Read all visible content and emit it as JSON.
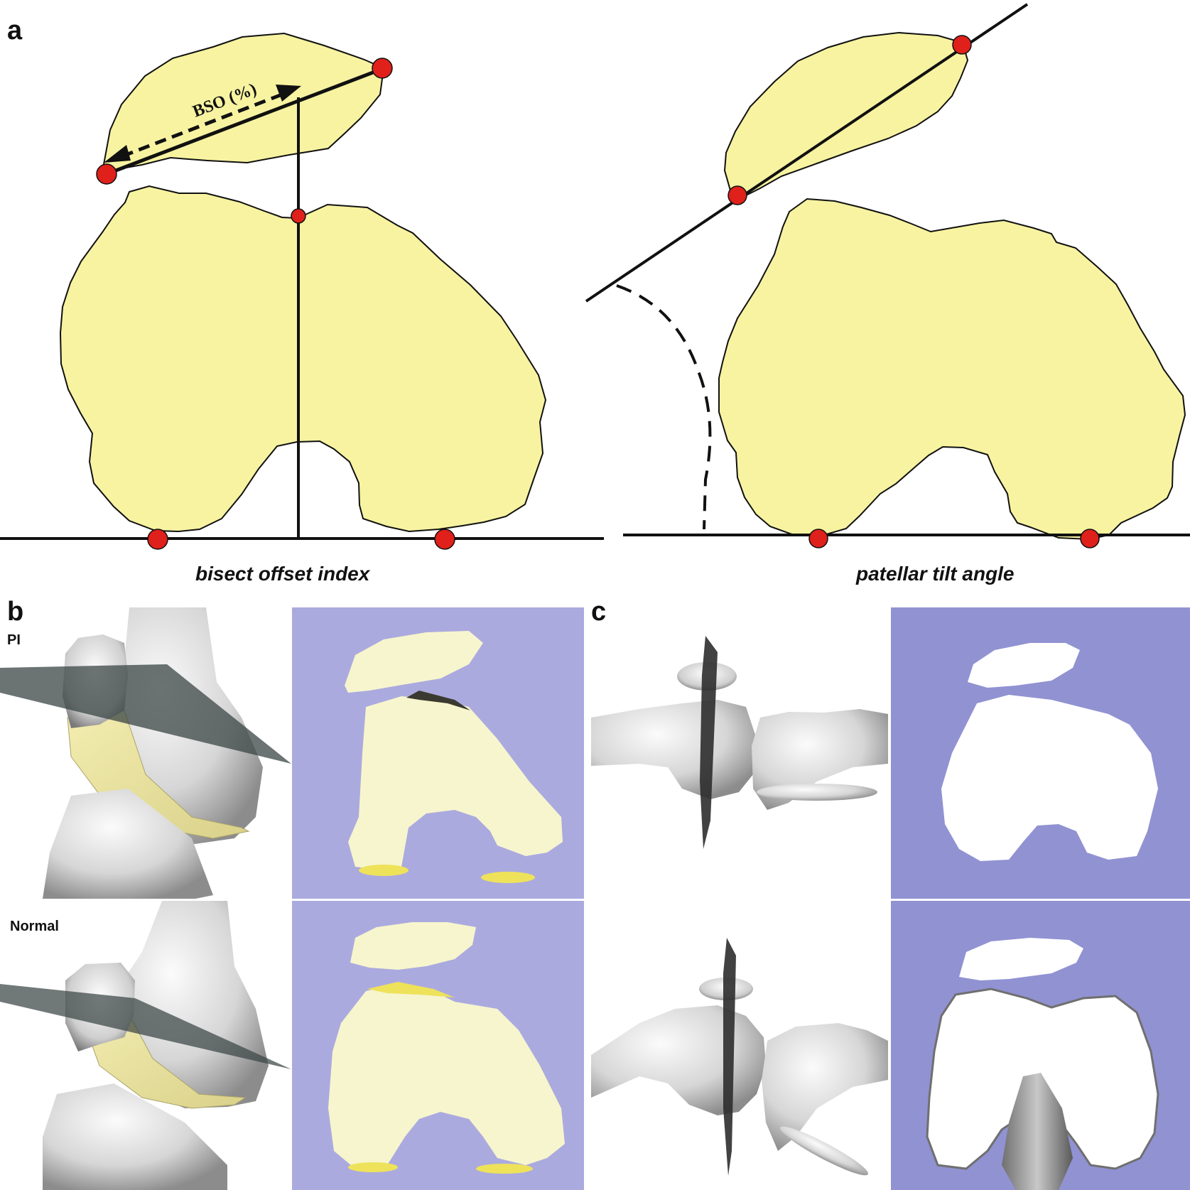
{
  "panel_labels": {
    "a": "a",
    "b": "b",
    "c": "c"
  },
  "captions": {
    "left": "bisect offset index",
    "right": "patellar tilt angle"
  },
  "annotation": {
    "bso": "BSO (%)"
  },
  "row_labels": {
    "pi": "PI",
    "normal": "Normal"
  },
  "colors": {
    "bone_fill": "#f7f3a1",
    "marker": "#e0201a",
    "plane_bg_b": "#abaadf",
    "plane_bg_c": "#9192d2",
    "cartilage": "#eee25a",
    "bone_model": "#dcdcdc"
  }
}
